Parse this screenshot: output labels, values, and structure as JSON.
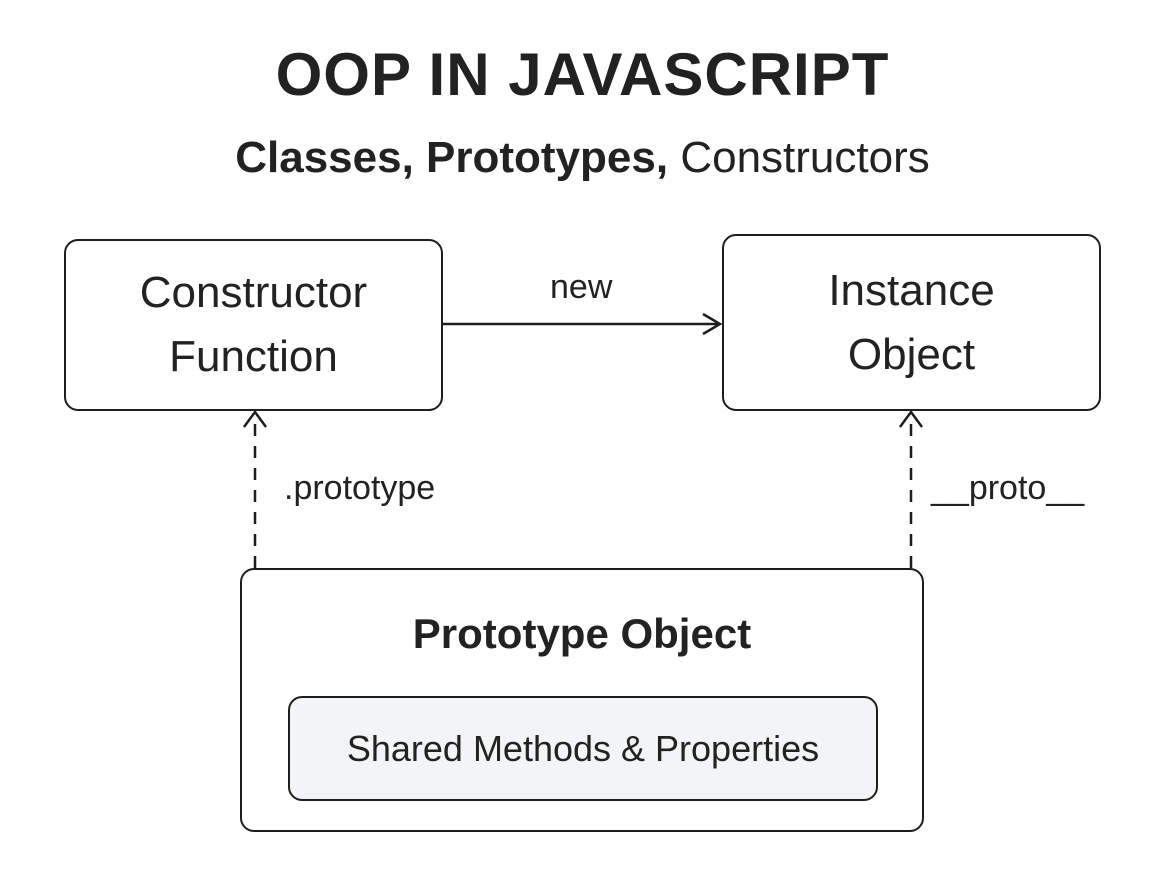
{
  "title": "OOP IN JAVASCRIPT",
  "subtitle": {
    "part1": "Classes, ",
    "part2": "Prototypes, ",
    "part3": "Constructors"
  },
  "nodes": {
    "constructor": {
      "line1": "Constructor",
      "line2": "Function"
    },
    "instance": {
      "line1": "Instance",
      "line2": "Object"
    },
    "prototype": {
      "title": "Prototype Object",
      "inner": "Shared Methods & Properties"
    }
  },
  "edges": {
    "new": "new",
    "prototype": ".prototype",
    "proto": "__proto__"
  },
  "colors": {
    "stroke": "#1e1e1e",
    "text": "#222222",
    "inner_fill": "#f3f4f5",
    "background": "#ffffff"
  }
}
